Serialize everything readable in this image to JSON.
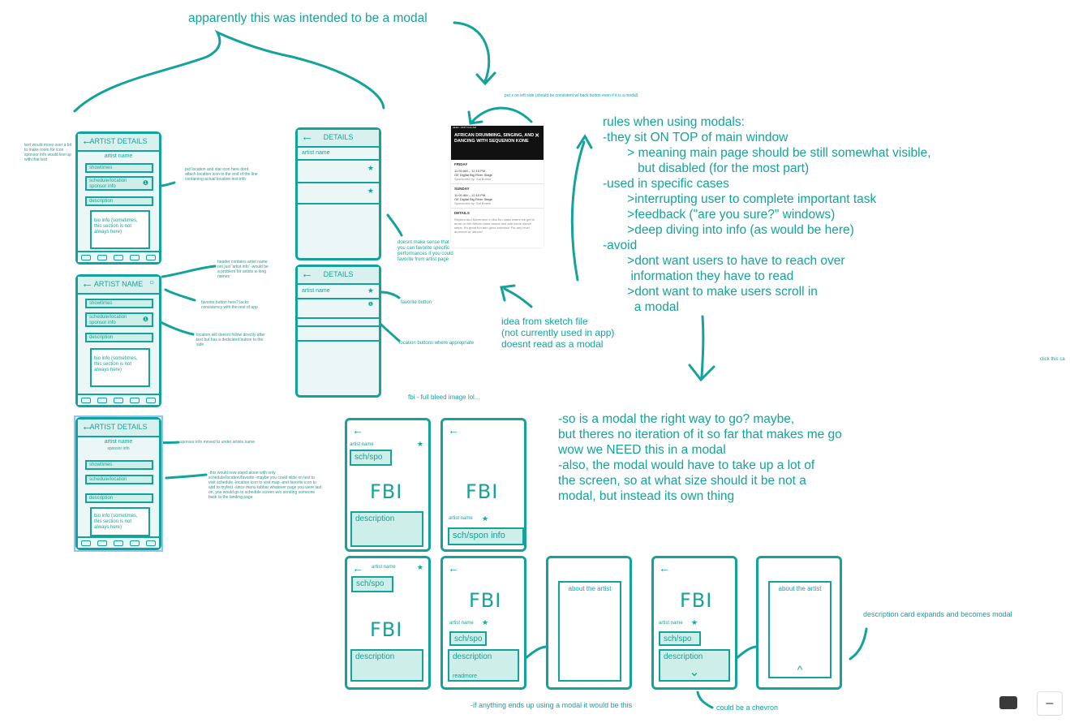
{
  "annotations": {
    "modal_title": "apparently this was intended to be a modal",
    "put_x_left": "put x on left side (should be consistent w/ back button even if it is a modal)",
    "text_move_over": "text would move over a bit to make room for icon sponsor info would line up with that text",
    "put_location_star": "put location and star icon here dont attach location icon to the end of the line containing actual location text info",
    "header_contains": "header contains artist name not just 'artist info' -would be a problem for artists w long names",
    "favorite_button_here": "favorite button here? lacks consistency with the rest of app",
    "location_will_doesnt": "location will doesnt follow directly after text but has a dedicated button to the side",
    "sponsor_moved": "sponsor info moved to under artists name",
    "this_would_now": "-this would now stand alone with only schedule/location/favorite -maybe you could slide on text to visit schedule -location icon to visit map -and favorite icon to add to myfest -since menu tabbar whatever page you were last on, you would go to schedule screen w/o sending someone back to the landing page",
    "doesnt_make_sense": "doesnt make sense that you can favorite specific performances if you could favorite from artist page",
    "favorite_button": "favorite button",
    "location_buttons": "location buttons where appropriate",
    "idea_from_sketch": "idea from sketch file\n(not currently used in app)\ndoesnt read as a modal",
    "fbi_full_bleed": "fbi - full bleed image lol...",
    "so_is_a_modal": "-so is a modal the right way to go? maybe,\nbut theres no iteration of it so far that makes me go\nwow we NEED this in a modal\n-also, the modal would have to take up a lot of\nthe screen, so at what size should it be not a\nmodal, but instead its own thing",
    "description_expands": "description card expands and becomes modal",
    "if_anything": "-if anything ends up using a modal it would be this",
    "could_be_chevron": "could be a chevron",
    "click_this": "click this ca"
  },
  "rules": {
    "text": "rules when using modals:\n-they sit ON TOP of main window\n       > meaning main page should be still somewhat visible,\n          but disabled (for the most part)\n-used in specific cases\n       >interrupting user to complete important task\n       >feedback (\"are you sure?\" windows)\n       >deep diving into info (as would be here)\n-avoid\n       >dont want users to have to reach over\n        information they have to read\n       >dont want to make users scroll in\n         a modal"
  },
  "wireframes": {
    "left1": {
      "title": "ARTIST DETAILS",
      "name": "artist name",
      "showtimes": "showtimes",
      "schedule": "schedule/location",
      "sponsor": "sponsor info",
      "description": "description",
      "bio": "bio info (sometimes, this section is not always here)"
    },
    "left2": {
      "title": "ARTIST NAME",
      "showtimes": "showtimes",
      "schedule": "schedule/location",
      "sponsor": "sponsor info",
      "description": "description",
      "bio": "bio info (sometimes, this section is not always here)"
    },
    "left3": {
      "title": "ARTIST DETAILS",
      "name": "artist name",
      "sponsor": "sponsor info",
      "showtimes": "showtimes",
      "schedule": "schedule/location",
      "description": "description",
      "bio": "bio info (sometimes, this section is not always here)"
    },
    "mid1": {
      "title": "DETAILS",
      "name": "artist name"
    },
    "mid2": {
      "title": "DETAILS",
      "name": "artist name"
    }
  },
  "app_screenshot": {
    "status": "●●●●○ AT&T 9:41 AM",
    "time": "11:08 AM",
    "title": "AFRICAN DRUMMING, SINGING, AND DANCING WITH SEQUENON KONE",
    "close": "✕",
    "friday": "FRIDAY",
    "fri_time": "11:00 AM – 12:10 PM",
    "fri_stage": "GE Digital Big River Stage",
    "fri_sponsor": "Sponsored by: Sal Borelli",
    "sunday": "SUNDAY",
    "sun_time": "11:00 AM – 12:10 PM",
    "sun_stage": "GE Digital Big River Stage",
    "sun_sponsor": "Sponsored by: Sal Borelli",
    "details": "DETAILS",
    "details_text": "Rhythm and Movement in this fun class where we get to drum on the African bass drums and add some dance steps. It's great fun and good exercise! For any level drummer or dancer!"
  },
  "sketches": {
    "artist_name": "artist name",
    "sch_spo": "sch/spo",
    "sch_spon_info": "sch/spon info",
    "fbi": "FBI",
    "description": "description",
    "readmore": "readmore",
    "about_the_artist": "about the artist"
  },
  "icons": {
    "back": "←",
    "star": "★",
    "pin": "❶",
    "chevron_down": "⌄",
    "chevron_up": "^"
  },
  "toolbar": {
    "minus": "–"
  }
}
